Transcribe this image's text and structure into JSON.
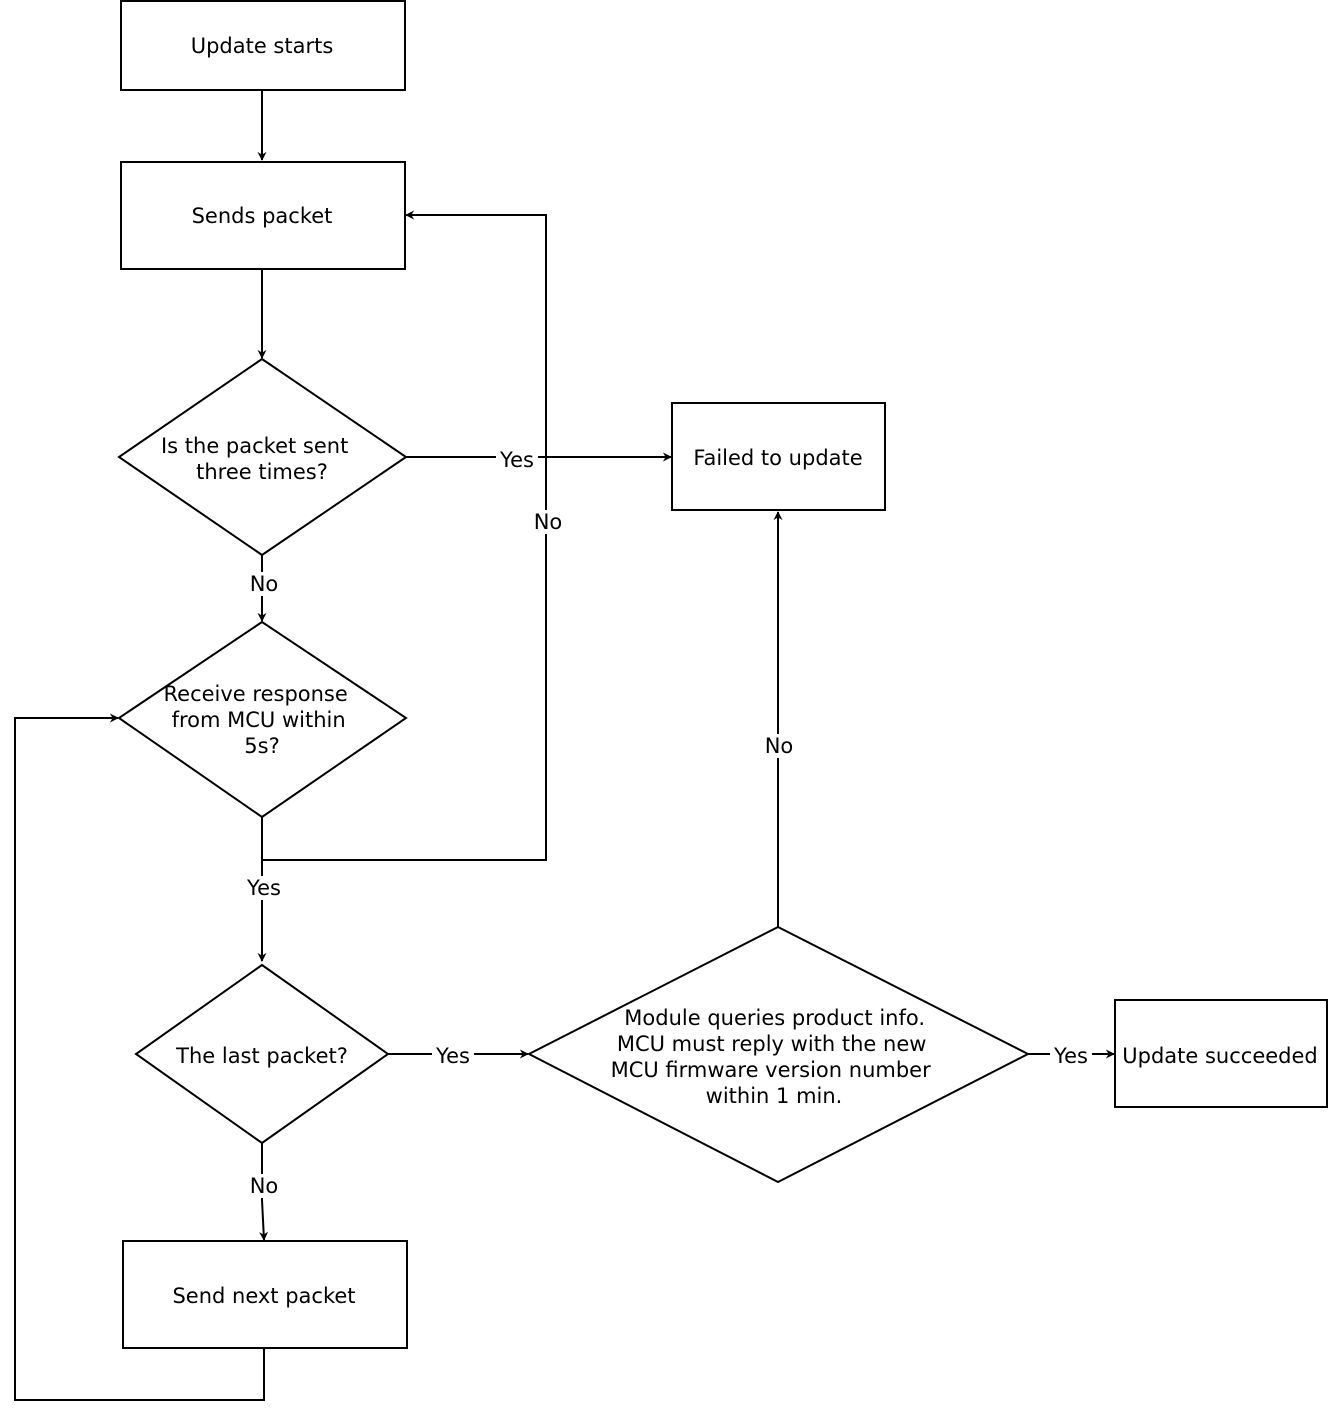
{
  "nodes": {
    "update_starts": {
      "lines": [
        "Update starts"
      ]
    },
    "sends_packet": {
      "lines": [
        "Sends packet"
      ]
    },
    "sent_three_times": {
      "lines": [
        "Is the packet sent",
        "three times?"
      ]
    },
    "receive_response": {
      "lines": [
        "Receive response",
        "from MCU within",
        "5s?"
      ]
    },
    "last_packet": {
      "lines": [
        "The last packet?"
      ]
    },
    "send_next_packet": {
      "lines": [
        "Send next packet"
      ]
    },
    "failed_to_update": {
      "lines": [
        "Failed to update"
      ]
    },
    "module_queries": {
      "lines": [
        "Module queries product info.",
        "MCU must reply with the new",
        "MCU firmware version number",
        "within 1 min."
      ]
    },
    "update_succeeded": {
      "lines": [
        "Update succeeded"
      ]
    }
  },
  "edge_labels": {
    "three_times_yes": "Yes",
    "three_times_no": "No",
    "response_no": "No",
    "response_yes": "Yes",
    "last_packet_yes": "Yes",
    "last_packet_no": "No",
    "module_queries_no": "No",
    "module_queries_yes": "Yes"
  },
  "colors": {
    "stroke": "#000000",
    "fill": "#ffffff",
    "text": "#000000"
  }
}
